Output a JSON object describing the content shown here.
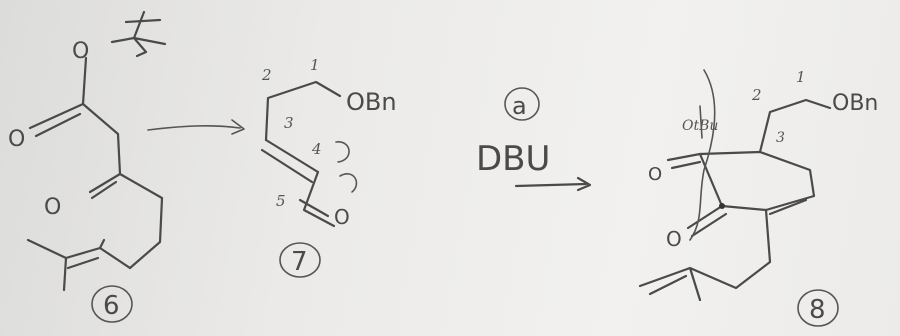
{
  "compounds": [
    {
      "number": "6",
      "labels": {
        "ester_o": "O",
        "carbonyl_o": "O",
        "ketone_o": "O"
      }
    },
    {
      "number": "7",
      "labels": {
        "pos1": "1",
        "pos2": "2",
        "pos3": "3",
        "pos4": "4",
        "pos5": "5",
        "obn": "OBn",
        "o": "O"
      }
    },
    {
      "number": "8",
      "labels": {
        "otbu": "OtBu",
        "pos1": "1",
        "pos2": "2",
        "pos3": "3",
        "obn": "OBn",
        "o1": "O",
        "o2": "O"
      }
    }
  ],
  "reaction": {
    "step": "a",
    "reagent": "DBU"
  }
}
